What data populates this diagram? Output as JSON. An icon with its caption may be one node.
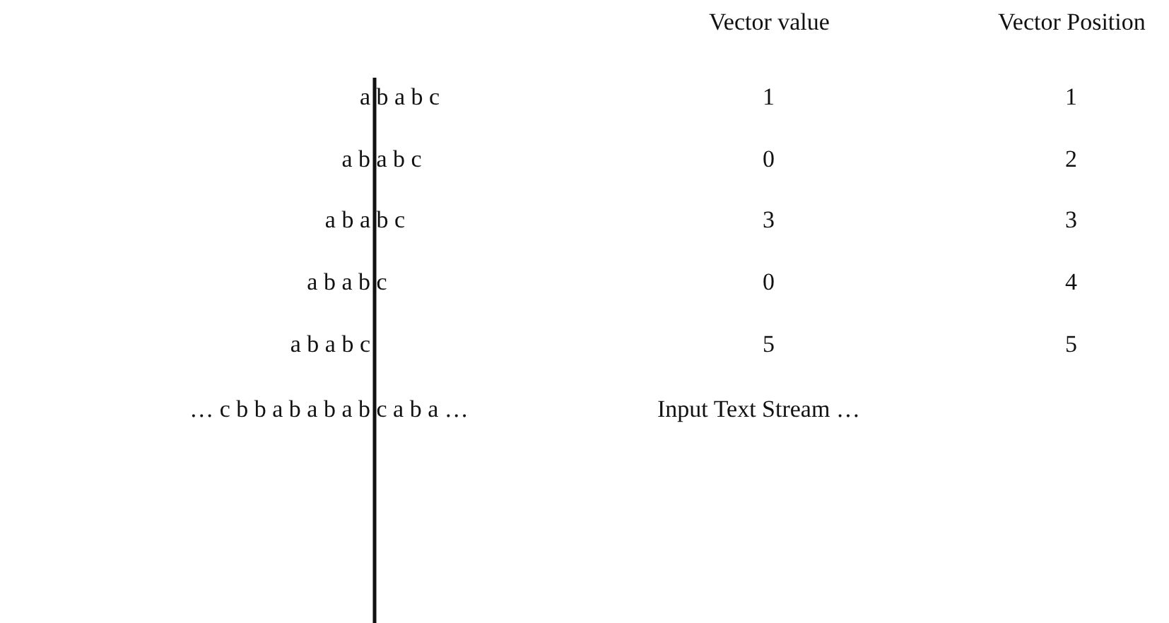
{
  "diagram": {
    "labels": [
      "Vector value",
      "Vector Position",
      "a b a b c",
      "1",
      "1",
      "a b a b c",
      "0",
      "2",
      "a b a b c",
      "3",
      "3",
      "a b a b c",
      "0",
      "4",
      "a b a b c",
      "5",
      "5",
      "… c b b a b a b a b c a b a …",
      "Input Text Stream …"
    ]
  }
}
